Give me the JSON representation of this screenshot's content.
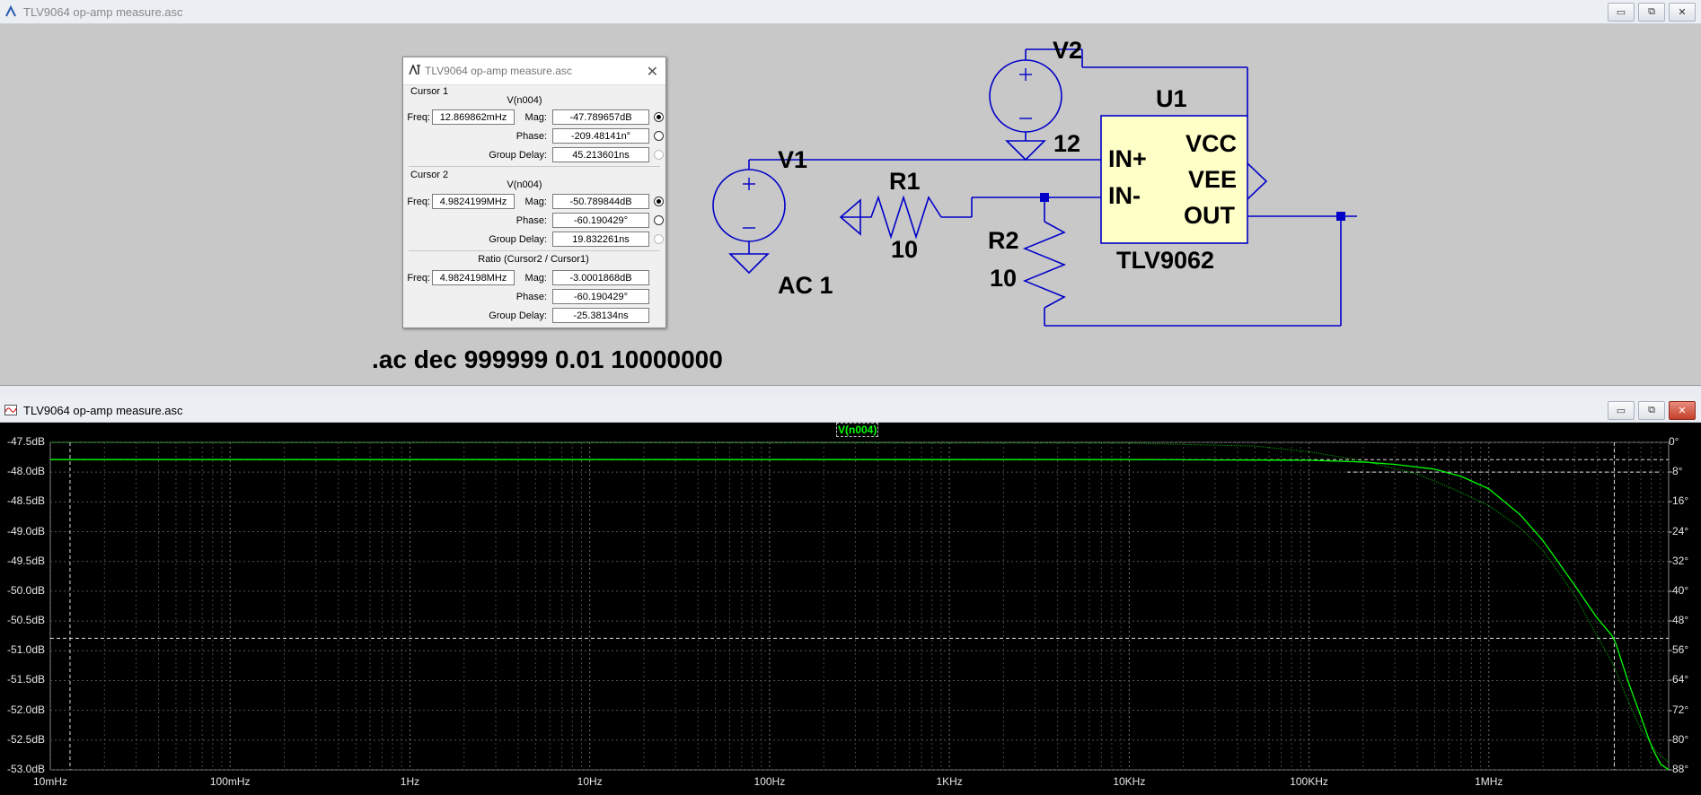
{
  "schematic_window": {
    "title": "TLV9064  op-amp measure.asc",
    "buttons": {
      "minimize": "▭",
      "restore": "⧉",
      "close": "✕"
    }
  },
  "schematic": {
    "components": {
      "v1_name": "V1",
      "v1_value": "AC 1",
      "v2_name": "V2",
      "v2_value": "12",
      "r1_name": "R1",
      "r1_value": "10",
      "r2_name": "R2",
      "r2_value": "10",
      "u1_name": "U1",
      "u1_model": "TLV9062",
      "pin_in_plus": "IN+",
      "pin_in_minus": "IN-",
      "pin_vcc": "VCC",
      "pin_vee": "VEE",
      "pin_out": "OUT"
    },
    "directive": ".ac dec 999999 0.01 10000000"
  },
  "cursor_dialog": {
    "title": "TLV9064  op-amp measure.asc",
    "cursor1": {
      "label": "Cursor 1",
      "trace": "V(n004)",
      "freq_label": "Freq:",
      "freq": "12.869862mHz",
      "mag_label": "Mag:",
      "mag": "-47.789657dB",
      "phase_label": "Phase:",
      "phase": "-209.48141n°",
      "gd_label": "Group Delay:",
      "gd": "45.213601ns"
    },
    "cursor2": {
      "label": "Cursor 2",
      "trace": "V(n004)",
      "freq_label": "Freq:",
      "freq": "4.9824199MHz",
      "mag_label": "Mag:",
      "mag": "-50.789844dB",
      "phase_label": "Phase:",
      "phase": "-60.190429°",
      "gd_label": "Group Delay:",
      "gd": "19.832261ns"
    },
    "ratio": {
      "label": "Ratio (Cursor2 / Cursor1)",
      "freq_label": "Freq:",
      "freq": "4.9824198MHz",
      "mag_label": "Mag:",
      "mag": "-3.0001868dB",
      "phase_label": "Phase:",
      "phase": "-60.190429°",
      "gd_label": "Group Delay:",
      "gd": "-25.38134ns"
    }
  },
  "plot_window": {
    "title": "TLV9064  op-amp measure.asc",
    "buttons": {
      "minimize": "▭",
      "restore": "⧉",
      "close": "✕"
    }
  },
  "chart_data": {
    "type": "line",
    "x_scale": "log",
    "x_ticks": [
      "10mHz",
      "100mHz",
      "1Hz",
      "10Hz",
      "100Hz",
      "1KHz",
      "10KHz",
      "100KHz",
      "1MHz"
    ],
    "y_ticks": [
      "-47.5dB",
      "-48.0dB",
      "-48.5dB",
      "-49.0dB",
      "-49.5dB",
      "-50.0dB",
      "-50.5dB",
      "-51.0dB",
      "-51.5dB",
      "-52.0dB",
      "-52.5dB",
      "-53.0dB"
    ],
    "y2_ticks": [
      "0°",
      "-8°",
      "-16°",
      "-24°",
      "-32°",
      "-40°",
      "-48°",
      "-56°",
      "-64°",
      "-72°",
      "-80°",
      "-88°"
    ],
    "ylim": [
      -53.0,
      -47.5
    ],
    "y2lim": [
      -88,
      0
    ],
    "xlim_hz": [
      0.01,
      10000000
    ],
    "grid": true,
    "legend": "top-center",
    "series": [
      {
        "name": "V(n004)",
        "kind": "magnitude_db",
        "color": "#00ff00",
        "points": [
          [
            0.01,
            -47.79
          ],
          [
            1000,
            -47.79
          ],
          [
            10000,
            -47.79
          ],
          [
            100000,
            -47.8
          ],
          [
            200000,
            -47.83
          ],
          [
            300000,
            -47.87
          ],
          [
            500000,
            -47.95
          ],
          [
            700000,
            -48.07
          ],
          [
            1000000,
            -48.28
          ],
          [
            1500000,
            -48.72
          ],
          [
            2000000,
            -49.15
          ],
          [
            3000000,
            -49.9
          ],
          [
            4000000,
            -50.45
          ],
          [
            4982420,
            -50.79
          ],
          [
            6000000,
            -51.55
          ],
          [
            7000000,
            -52.1
          ],
          [
            8000000,
            -52.6
          ],
          [
            9000000,
            -52.9
          ],
          [
            10000000,
            -53.0
          ]
        ]
      },
      {
        "name": "V(n004) phase",
        "kind": "phase_deg",
        "color": "#00cc00",
        "points": [
          [
            0.01,
            0
          ],
          [
            10000,
            -0.2
          ],
          [
            50000,
            -1
          ],
          [
            100000,
            -2.5
          ],
          [
            200000,
            -5
          ],
          [
            400000,
            -8.5
          ],
          [
            600000,
            -12
          ],
          [
            1000000,
            -17
          ],
          [
            1500000,
            -23
          ],
          [
            2000000,
            -29
          ],
          [
            3000000,
            -41
          ],
          [
            4000000,
            -52
          ],
          [
            4982420,
            -60.19
          ],
          [
            6000000,
            -70
          ],
          [
            7000000,
            -77
          ],
          [
            8500000,
            -83
          ],
          [
            10000000,
            -86
          ]
        ]
      }
    ],
    "cursor1": {
      "freq_hz": 0.012869862,
      "mag_db": -47.789657
    },
    "cursor2": {
      "freq_hz": 4982419.9,
      "mag_db": -50.789844,
      "phase_deg": -60.190429
    }
  },
  "colors": {
    "schematic_bg": "#c8c8c8",
    "wire": "#0000c8",
    "opamp_fill": "#ffffc8",
    "plot_bg": "#000000",
    "trace": "#00ff00"
  }
}
